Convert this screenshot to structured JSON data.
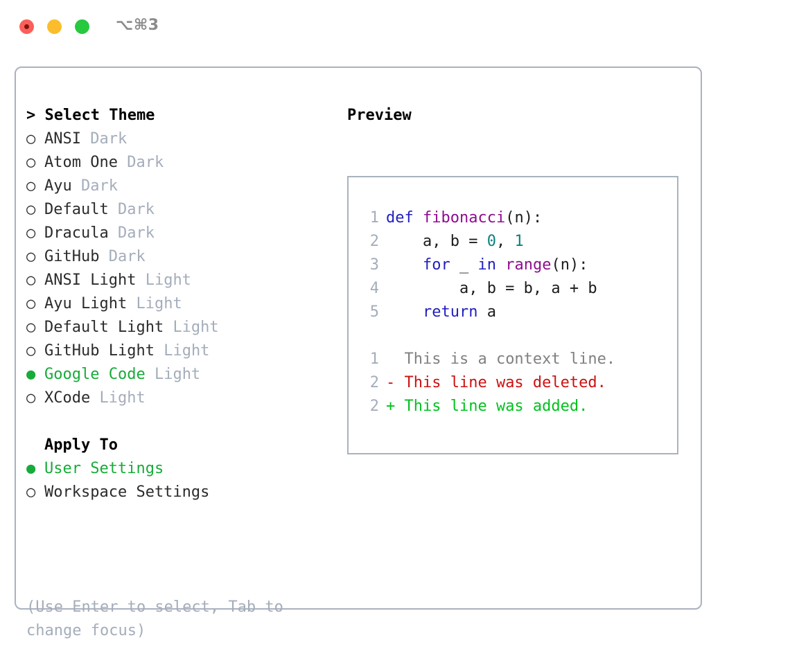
{
  "window": {
    "title": "⌥⌘3",
    "controls": [
      {
        "name": "close",
        "color": "#fb6058"
      },
      {
        "name": "minimize",
        "color": "#fcbd2c"
      },
      {
        "name": "maximize",
        "color": "#28c83f"
      }
    ]
  },
  "theme_picker": {
    "prompt": "> Select Theme",
    "selected_theme": "Google Code",
    "marker_unselected": "○",
    "marker_selected": "●",
    "selected_color": "#17ab3a",
    "items": [
      {
        "marker": "○",
        "name": "ANSI",
        "kind": "Dark",
        "selected": false
      },
      {
        "marker": "○",
        "name": "Atom One",
        "kind": "Dark",
        "selected": false
      },
      {
        "marker": "○",
        "name": "Ayu",
        "kind": "Dark",
        "selected": false
      },
      {
        "marker": "○",
        "name": "Default",
        "kind": "Dark",
        "selected": false
      },
      {
        "marker": "○",
        "name": "Dracula",
        "kind": "Dark",
        "selected": false
      },
      {
        "marker": "○",
        "name": "GitHub",
        "kind": "Dark",
        "selected": false
      },
      {
        "marker": "○",
        "name": "ANSI Light",
        "kind": "Light",
        "selected": false
      },
      {
        "marker": "○",
        "name": "Ayu Light",
        "kind": "Light",
        "selected": false
      },
      {
        "marker": "○",
        "name": "Default Light",
        "kind": "Light",
        "selected": false
      },
      {
        "marker": "○",
        "name": "GitHub Light",
        "kind": "Light",
        "selected": false
      },
      {
        "marker": "●",
        "name": "Google Code",
        "kind": "Light",
        "selected": true
      },
      {
        "marker": "○",
        "name": "XCode",
        "kind": "Light",
        "selected": false
      }
    ]
  },
  "apply_to": {
    "heading": "Apply To",
    "options": [
      {
        "marker": "●",
        "label": "User Settings",
        "selected": true
      },
      {
        "marker": "○",
        "label": "Workspace Settings",
        "selected": false
      }
    ]
  },
  "hint": "(Use Enter to select, Tab to change focus)",
  "preview": {
    "title": "Preview",
    "code_lines": [
      {
        "number": "1",
        "tokens": [
          {
            "text": "def ",
            "type": "kw"
          },
          {
            "text": "fibonacci",
            "type": "fn"
          },
          {
            "text": "(n):",
            "type": "pl"
          }
        ]
      },
      {
        "number": "2",
        "tokens": [
          {
            "text": "    a, b = ",
            "type": "pl"
          },
          {
            "text": "0",
            "type": "num"
          },
          {
            "text": ", ",
            "type": "pl"
          },
          {
            "text": "1",
            "type": "num"
          }
        ]
      },
      {
        "number": "3",
        "tokens": [
          {
            "text": "    ",
            "type": "pl"
          },
          {
            "text": "for",
            "type": "kw"
          },
          {
            "text": " _ ",
            "type": "pl"
          },
          {
            "text": "in",
            "type": "kw"
          },
          {
            "text": " ",
            "type": "pl"
          },
          {
            "text": "range",
            "type": "fn"
          },
          {
            "text": "(n):",
            "type": "pl"
          }
        ]
      },
      {
        "number": "4",
        "tokens": [
          {
            "text": "        a, b = b, a + b",
            "type": "pl"
          }
        ]
      },
      {
        "number": "5",
        "tokens": [
          {
            "text": "    ",
            "type": "pl"
          },
          {
            "text": "return",
            "type": "kw"
          },
          {
            "text": " a",
            "type": "pl"
          }
        ]
      }
    ],
    "diff_lines": [
      {
        "number": "1",
        "sign": " ",
        "text": " This is a context line.",
        "type": "ctx"
      },
      {
        "number": "2",
        "sign": "-",
        "text": " This line was deleted.",
        "type": "del"
      },
      {
        "number": "2",
        "sign": "+",
        "text": " This line was added.",
        "type": "add"
      }
    ]
  },
  "colors": {
    "border": "#aab2bf",
    "muted": "#a4adbb",
    "keyword": "#1f1fbf",
    "function": "#8e0d8e",
    "number": "#0b8080",
    "plain": "#1c1c1c",
    "context": "#808080",
    "deleted": "#cc1111",
    "added": "#00c21e",
    "accent_green": "#17ab3a"
  }
}
